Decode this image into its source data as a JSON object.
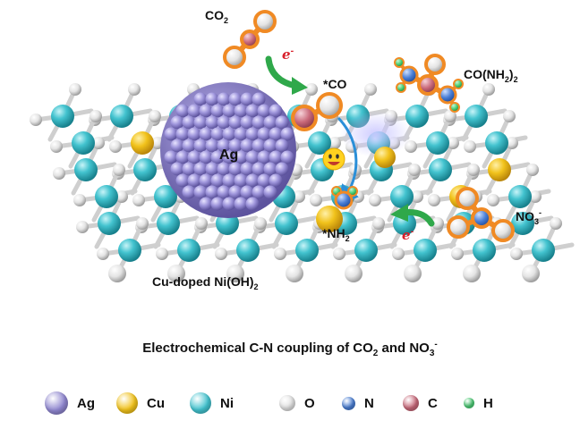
{
  "labels": {
    "co2": "CO",
    "co2_sub": "2",
    "electron_top": "e",
    "electron_top_sup": "-",
    "co_ads": "*CO",
    "urea": "CO(NH",
    "urea_sub": "2",
    "urea_end": ")",
    "urea_end_sub": "2",
    "ag": "Ag",
    "nh2_ads": "*NH",
    "nh2_sub": "2",
    "electron_bottom": "e",
    "electron_bottom_sup": "-",
    "no3": "NO",
    "no3_sub": "3",
    "no3_sup": "-",
    "support": "Cu-doped Ni(OH)",
    "support_sub": "2"
  },
  "caption": {
    "text": "Electrochemical C-N coupling of CO",
    "co2_sub": "2",
    "and": " and NO",
    "no3_sub": "3",
    "no3_sup": "-"
  },
  "legend": [
    {
      "label": "Ag",
      "color": "#8f86cf",
      "size": 26
    },
    {
      "label": "Cu",
      "color": "#f1c21b",
      "size": 24
    },
    {
      "label": "Ni",
      "color": "#43c3cf",
      "size": 24
    },
    {
      "label": "O",
      "color": "#e2e2e2",
      "size": 18
    },
    {
      "label": "N",
      "color": "#4a7fd6",
      "size": 15
    },
    {
      "label": "C",
      "color": "#c9697a",
      "size": 18
    },
    {
      "label": "H",
      "color": "#4ed178",
      "size": 12
    }
  ],
  "colors": {
    "ag": "#8f86cf",
    "cu": "#f1c21b",
    "ni": "#43c3cf",
    "o": "#e2e2e2",
    "n": "#4a7fd6",
    "c": "#c9697a",
    "h": "#4ed178",
    "highlight": "#f08a24",
    "arrow_green": "#2fa84a",
    "arrow_blue": "#2b8fd8",
    "electron": "#d81f2a"
  },
  "icons": {
    "emoji": "smiling-face-icon",
    "electron_arrows": "curved-arrow-icon"
  }
}
